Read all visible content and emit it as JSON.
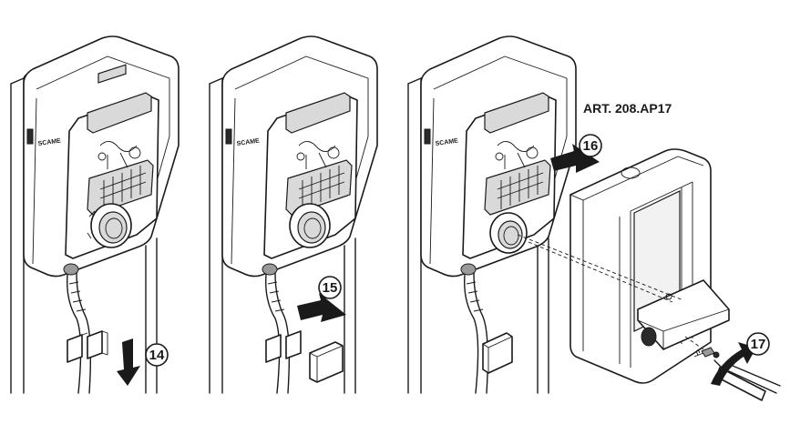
{
  "product_label": "ART. 208.AP17",
  "brand_mark": "SCAME",
  "steps": [
    {
      "number": "14"
    },
    {
      "number": "15"
    },
    {
      "number": "16"
    },
    {
      "number": "17"
    }
  ]
}
